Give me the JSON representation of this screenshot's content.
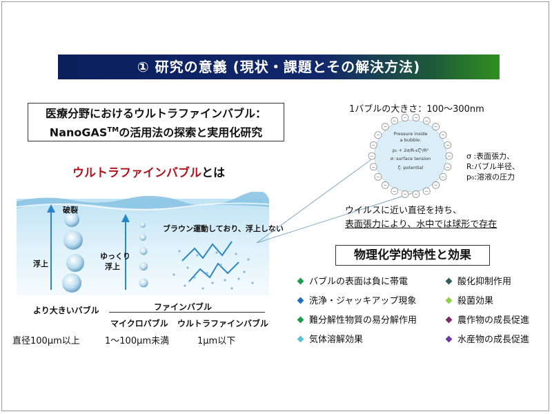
{
  "banner": {
    "title": "① 研究の意義 (現状・課題とその解決方法)"
  },
  "title_box": {
    "line1": "医療分野におけるウルトラファインバブル：",
    "line2_pre": "NanoGAS",
    "line2_sup": "TM",
    "line2_post": "の活用法の探索と実用化研究"
  },
  "ufb_heading": {
    "red": "ウルトラファインバブル",
    "black": "とは"
  },
  "water_labels": {
    "burst": "破裂",
    "rise": "浮上",
    "slow_rise_1": "ゆっくり",
    "slow_rise_2": "浮上",
    "brownian": "ブラウン運動しており、浮上しない"
  },
  "categories": {
    "larger": "より大きいバブル",
    "fine": "ファインバブル",
    "micro": "マイクロバブル",
    "ultrafine": "ウルトラファインバブル"
  },
  "sizes": {
    "larger": "直径100μm以上",
    "micro": "1～100μm未満",
    "ultrafine": "1μm以下"
  },
  "bubble": {
    "size_text": "1バブルの大きさ：100～300nm",
    "inner_1": "Pressure inside",
    "inner_2": "a bubble:",
    "inner_3": "p₀ + 2σ/R-εζ²/R²",
    "inner_4": "σ: surface tension",
    "inner_5": "ζ: potential",
    "charge": "－"
  },
  "legend": {
    "sigma": "σ :表面張力、",
    "radius": "R:バブル半径、",
    "p0": "p₀:溶液の圧力"
  },
  "virus": {
    "line1": "ウイルスに近い直径を持ち、",
    "line2": "表面張力により、水中では球形で存在"
  },
  "properties": {
    "heading": "物理化学的特性と効果",
    "left": [
      {
        "text": "バブルの表面は負に帯電",
        "color": "#1a9e4a"
      },
      {
        "text": "洗浄・ジャッキアップ現象",
        "color": "#1f6fb8"
      },
      {
        "text": "難分解性物質の易分解作用",
        "color": "#1a9e4a"
      },
      {
        "text": "気体溶解効果",
        "color": "#57c3d6"
      }
    ],
    "right": [
      {
        "text": "酸化抑制作用",
        "color": "#2f5e5a"
      },
      {
        "text": "殺菌効果",
        "color": "#8ccf4a"
      },
      {
        "text": "農作物の成長促進",
        "color": "#7a2a6b"
      },
      {
        "text": "水産物の成長促進",
        "color": "#6b3aa8"
      }
    ]
  }
}
